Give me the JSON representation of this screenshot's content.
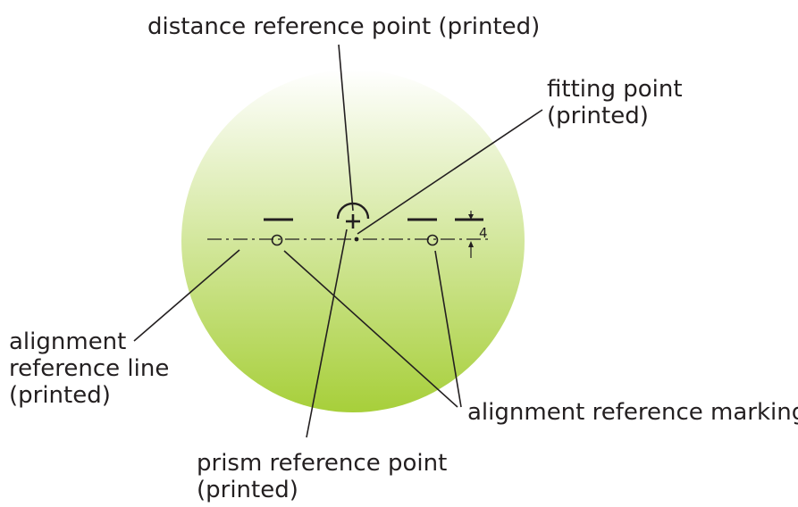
{
  "labels": {
    "distance_reference_point": "distance reference point (printed)",
    "fitting_point": [
      "fitting point",
      "(printed)"
    ],
    "alignment_reference_line": [
      "alignment",
      "reference line",
      "(printed)"
    ],
    "alignment_reference_marking": "alignment reference marking",
    "prism_reference_point": [
      "prism reference point",
      "(printed)"
    ],
    "dimension_value": "4"
  },
  "colors": {
    "lens_top": "#ffffff",
    "lens_bottom": "#a7cf3a",
    "ink": "#231f20"
  }
}
